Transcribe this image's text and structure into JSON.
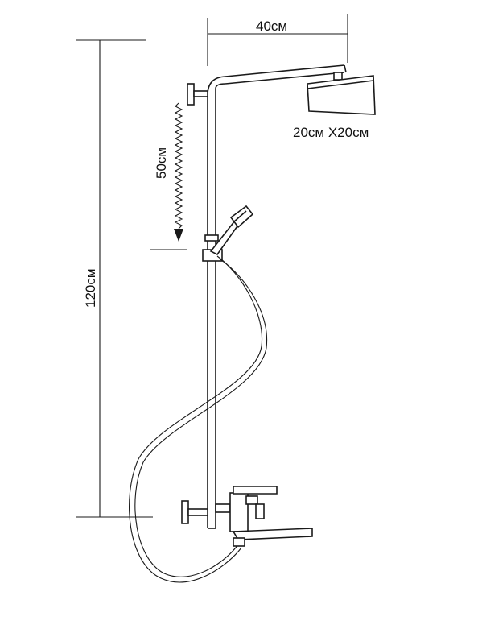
{
  "labels": {
    "width_top": "40см",
    "shower_head": "20см X20см",
    "adjust_range": "50см",
    "total_height": "120см"
  },
  "colors": {
    "line": "#1a1a1a",
    "background": "#ffffff"
  }
}
